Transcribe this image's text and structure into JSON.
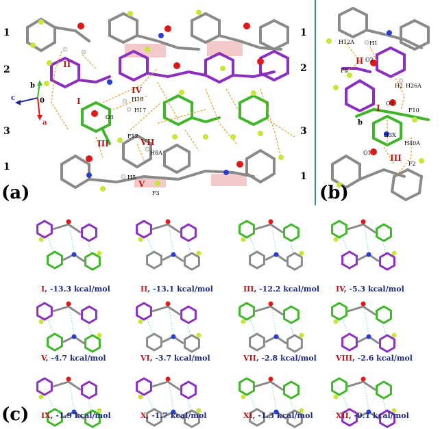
{
  "panel_a": {
    "label": "(a)",
    "row_labels_left": [
      "1",
      "2",
      "3",
      "1"
    ],
    "row_labels_right": [
      "1",
      "2",
      "3",
      "1"
    ],
    "axes": {
      "b": "b",
      "c": "c",
      "o": "0",
      "a": "a"
    },
    "atoms": [
      "H18",
      "H17",
      "O3",
      "F12",
      "H8A",
      "H5",
      "F3"
    ],
    "motifs": [
      "II",
      "I",
      "IV",
      "III",
      "VII",
      "V"
    ]
  },
  "panel_b": {
    "label": "(b)",
    "atoms": [
      "H12A",
      "H1",
      "O2",
      "F8",
      "H2",
      "H26A",
      "O3",
      "F10",
      "H3X",
      "H40A",
      "b",
      "O1",
      "F2"
    ],
    "motifs": [
      "II",
      "I",
      "III"
    ]
  },
  "panel_c": {
    "label": "(c)",
    "motifs": [
      {
        "roman": "I",
        "energy": ", -13.3 kcal/mol"
      },
      {
        "roman": "II",
        "energy": ", -13.1 kcal/mol"
      },
      {
        "roman": "III",
        "energy": ", -12.2 kcal/mol"
      },
      {
        "roman": "IV",
        "energy": ", -5.3 kcal/mol"
      },
      {
        "roman": "V",
        "energy": ", -4.7 kcal/mol"
      },
      {
        "roman": "VI",
        "energy": ", -3.7 kcal/mol"
      },
      {
        "roman": "VII",
        "energy": ", -2.8 kcal/mol"
      },
      {
        "roman": "VIII",
        "energy": ", -2.6 kcal/mol"
      },
      {
        "roman": "IX",
        "energy": ", -1.9 kcal/mol"
      },
      {
        "roman": "X",
        "energy": ", -1.7 kcal/mol"
      },
      {
        "roman": "XI",
        "energy": ", -1.3 kcal/mol"
      },
      {
        "roman": "XII",
        "energy": ", -0.1 kcal/mol"
      }
    ]
  },
  "colors": {
    "carbon_grey": "#8a8a8a",
    "carbon_green": "#3fb52a",
    "carbon_purple": "#8a2fc0",
    "fluorine": "#c8e63a",
    "nitrogen": "#2a3fd0",
    "oxygen": "#e01818",
    "hydrogen": "#e8e8e8",
    "contact": "#e0a030",
    "highlight": "#f2c0c0",
    "divider": "#3a8a9a",
    "caption_blue": "#1d2b7a",
    "caption_red": "#b81818"
  }
}
